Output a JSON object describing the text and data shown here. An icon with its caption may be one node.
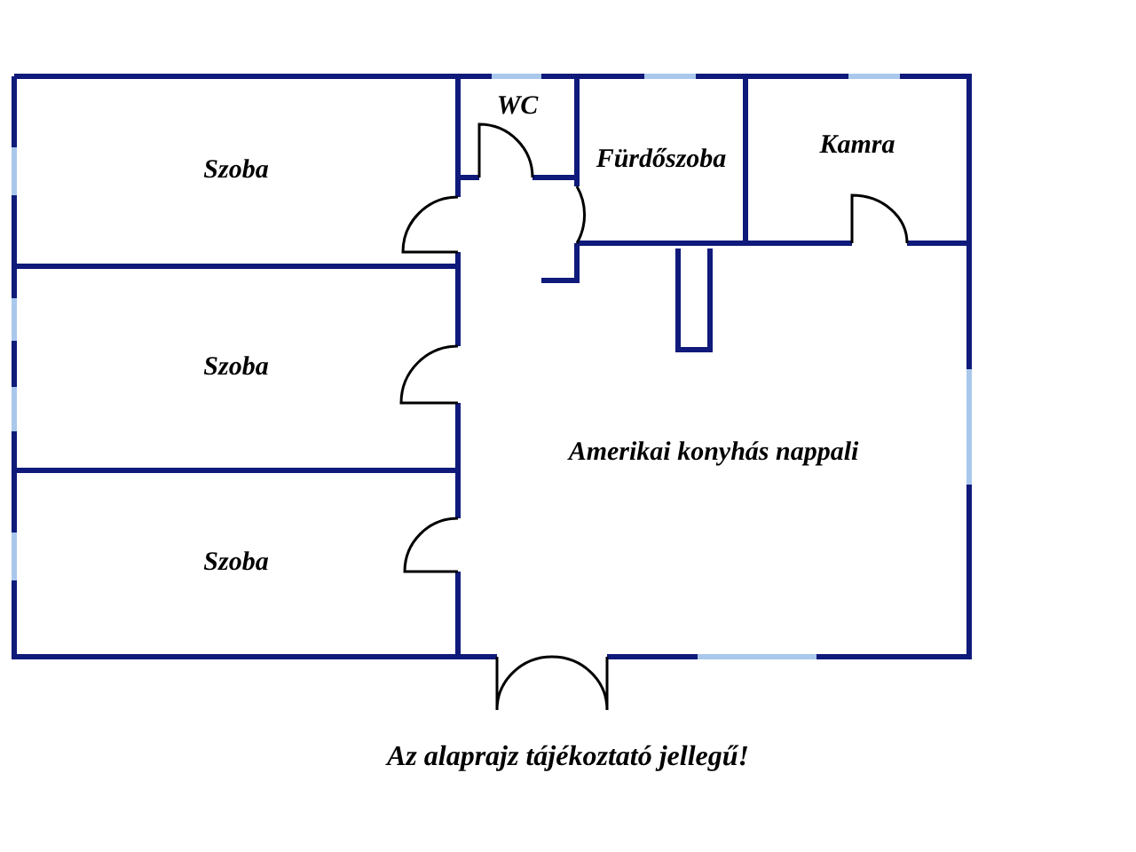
{
  "diagram": {
    "caption": "Az alaprajz tájékoztató jellegű!",
    "nodes": [
      {
        "text": [
          "Szoba"
        ]
      },
      {
        "text": [
          "WC"
        ]
      },
      {
        "text": [
          "Fürdőszoba"
        ]
      },
      {
        "text": [
          "Kamra"
        ]
      },
      {
        "text": [
          "Szoba"
        ]
      },
      {
        "text": [
          "Amerikai konyhás nappali"
        ]
      },
      {
        "text": [
          "Szoba"
        ]
      }
    ],
    "edges": []
  }
}
